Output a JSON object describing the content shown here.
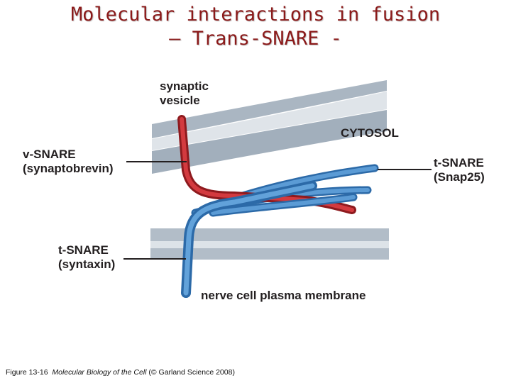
{
  "title": {
    "line1": "Molecular interactions in fusion",
    "line2": "– Trans-SNARE -"
  },
  "labels": {
    "synaptic_vesicle_1": "synaptic",
    "synaptic_vesicle_2": "vesicle",
    "cytosol": "CYTOSOL",
    "v_snare_1": "v-SNARE",
    "v_snare_2": "(synaptobrevin)",
    "t_snare_snap25_1": "t-SNARE",
    "t_snare_snap25_2": "(Snap25)",
    "t_snare_syntaxin_1": "t-SNARE",
    "t_snare_syntaxin_2": "(syntaxin)",
    "plasma_membrane": "nerve cell plasma membrane"
  },
  "caption": {
    "figure": "Figure 13-16",
    "book": "Molecular Biology of the Cell",
    "publisher": "(© Garland Science 2008)"
  },
  "colors": {
    "title": "#8b1a1a",
    "membrane": "#a9b5c1",
    "v_snare": "#c1272d",
    "t_snare": "#3a7fc1"
  }
}
